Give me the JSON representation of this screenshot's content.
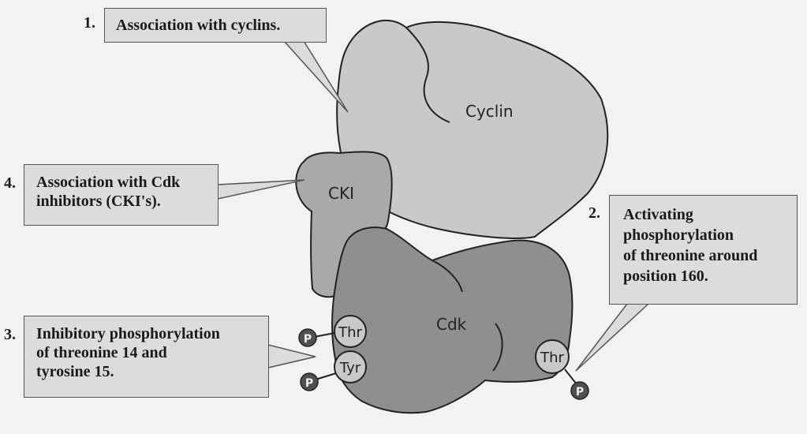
{
  "callouts": [
    {
      "number": "1.",
      "lines": [
        "Association with cyclins."
      ]
    },
    {
      "number": "2.",
      "lines": [
        "Activating",
        "phosphorylation",
        "of threonine around",
        "position 160."
      ]
    },
    {
      "number": "3.",
      "lines": [
        "Inhibitory phosphorylation",
        "of threonine 14 and",
        "tyrosine 15."
      ]
    },
    {
      "number": "4.",
      "lines": [
        "Association with Cdk",
        "inhibitors (CKI's)."
      ]
    }
  ],
  "shapes": {
    "cyclin": "Cyclin",
    "cki": "CKI",
    "cdk": "Cdk"
  },
  "residues": {
    "thr_left": "Thr",
    "tyr_left": "Tyr",
    "thr_right": "Thr",
    "phosphate": "P"
  },
  "colors": {
    "cyclin_fill": "#c9c9c9",
    "cki_fill": "#a9a9a9",
    "cdk_fill": "#8f8f8f",
    "callout_fill": "#dcdcdc",
    "phosphate_fill": "#505050"
  }
}
